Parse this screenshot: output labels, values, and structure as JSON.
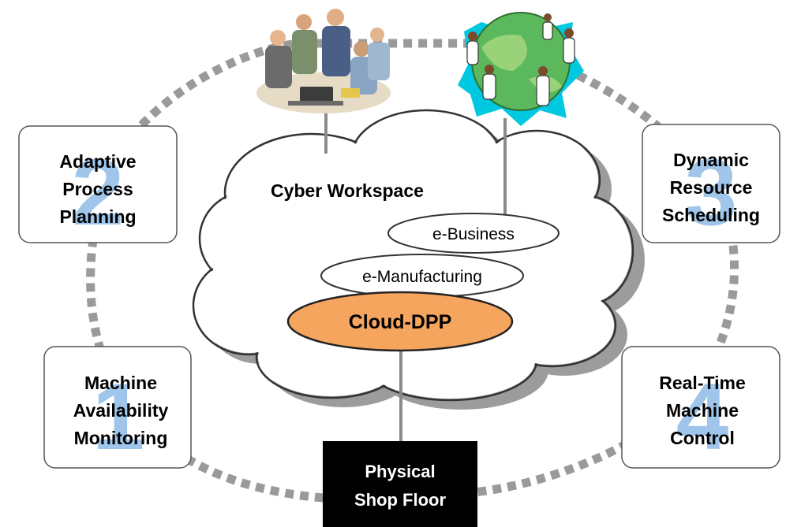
{
  "stages": [
    {
      "number": "2",
      "lines": [
        "Adaptive",
        "Process",
        "Planning"
      ]
    },
    {
      "number": "3",
      "lines": [
        "Dynamic",
        "Resource",
        "Scheduling"
      ]
    },
    {
      "number": "1",
      "lines": [
        "Machine",
        "Availability",
        "Monitoring"
      ]
    },
    {
      "number": "4",
      "lines": [
        "Real-Time",
        "Machine",
        "Control"
      ]
    }
  ],
  "cloud": {
    "title": "Cyber Workspace",
    "e_business": "e-Business",
    "e_manufacturing": "e-Manufacturing",
    "cloud_dpp": "Cloud-DPP"
  },
  "shop_floor": {
    "line1": "Physical",
    "line2": "Shop Floor"
  },
  "colors": {
    "ring": "#9a9a9a",
    "number": "#9fc5ea",
    "cloud_dpp_fill": "#f6a55e",
    "shop_floor_fill": "#000000"
  }
}
